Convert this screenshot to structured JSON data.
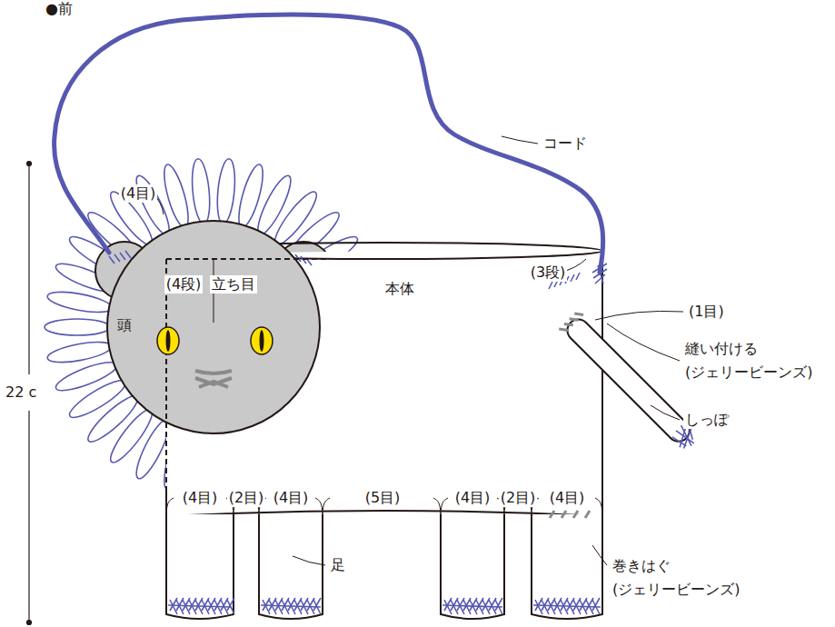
{
  "diagram": {
    "nodes": [
      {
        "text": [
          "頭"
        ]
      },
      {
        "text": [
          "本体"
        ]
      }
    ],
    "labels": [
      "●前",
      "コード",
      "(4目)",
      "(4段)",
      "立ち目",
      "(3段)",
      "(1目)",
      "縫い付ける (ジェリービーンズ)",
      "しっぽ",
      "22 c",
      "(4目)",
      "(2目)",
      "(4目)",
      "(5目)",
      "(4目)",
      "(2目)",
      "(4目)",
      "足",
      "巻きはぐ (ジェリービーンズ)"
    ]
  }
}
